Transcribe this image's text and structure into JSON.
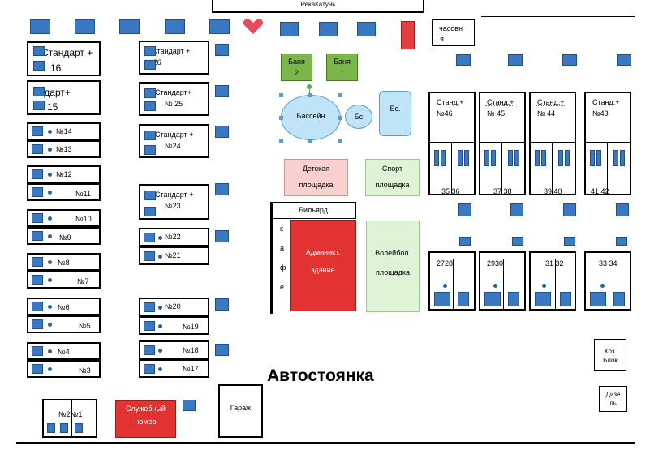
{
  "top": {
    "river_label": "РекаКатунь"
  },
  "chapel": {
    "label_1": "часовн",
    "label_2": "я"
  },
  "sauna1": {
    "label_1": "Баня",
    "label_2": "2"
  },
  "sauna2": {
    "label_1": "Баня",
    "label_2": "1"
  },
  "pool": {
    "label": "Бассейн",
    "small": "Бс",
    "tile": "Бс."
  },
  "kids_playground": {
    "label_1": "Детская",
    "label_2": "площадка"
  },
  "sport_playground": {
    "label_1": "Спорт",
    "label_2": "площадка"
  },
  "billiard": {
    "label": "Бильярд"
  },
  "cafe": {
    "letters": [
      "к",
      "а",
      "ф",
      "е"
    ]
  },
  "admin": {
    "label_1": "Админист.",
    "label_2": "здание"
  },
  "volleyball": {
    "label_1": "Волейбол.",
    "label_2": "площадка"
  },
  "parking": {
    "label": "Автостоянка"
  },
  "garage": {
    "label": "Гараж"
  },
  "service": {
    "label_1": "Служебный",
    "label_2": "номер"
  },
  "household": {
    "label_1": "Хоз.",
    "label_2": "Блок"
  },
  "diesel": {
    "label_1": "Дизе",
    "label_2": "ль"
  },
  "left_col": {
    "std16": {
      "label": "Стандарт +",
      "num_a": "16",
      "num_b": "16"
    },
    "std15": {
      "label": "андарт+",
      "num": "15"
    },
    "rooms": [
      "№14",
      "№13",
      "№12",
      "№11",
      "№10",
      "№9",
      "№8",
      "№7",
      "№6",
      "№5",
      "№4",
      "№3"
    ],
    "bottom": "№2№1"
  },
  "mid_col": {
    "std26": {
      "label": "Стандарт +",
      "num": "№26"
    },
    "std25": {
      "label": "Стандарт+",
      "num": "№ 25"
    },
    "std24": {
      "label": "Стандарт +",
      "num": "№24"
    },
    "std23": {
      "label": "Стандарт +",
      "num": "№23"
    },
    "rooms": [
      "№22",
      "№21",
      "№20",
      "№19",
      "№18",
      "№17"
    ]
  },
  "right_top": [
    {
      "label": "Станд.+",
      "num": "№46",
      "pair": "35 36"
    },
    {
      "label": "Станд.+",
      "num": "№ 45",
      "pair": "37 38"
    },
    {
      "label": "Станд.+",
      "num": "№ 44",
      "pair": "39 40"
    },
    {
      "label": "Станд.+",
      "num": "№43",
      "pair": "41  42"
    }
  ],
  "right_bottom": [
    "2728",
    "2930",
    "31 32",
    "33 34"
  ],
  "colors": {
    "parking_blue": "#3a78c2",
    "sauna_green": "#7ab648",
    "pool_blue": "#bfe3f7",
    "kids_pink": "#f8d0d0",
    "sport_green": "#dff4d6",
    "admin_red": "#e23232",
    "marker_red": "#e04040",
    "heart_red": "#e84c5c"
  }
}
